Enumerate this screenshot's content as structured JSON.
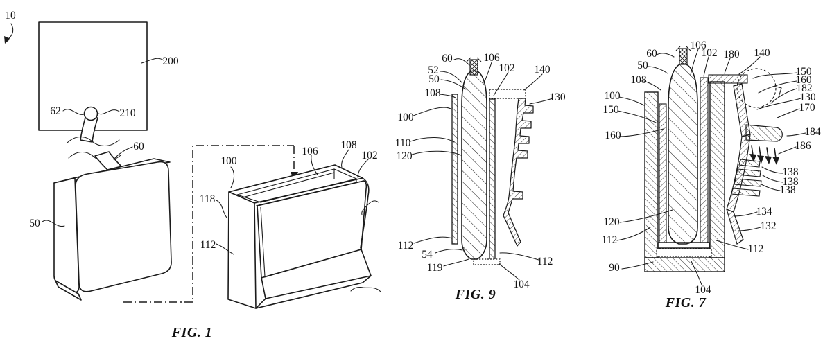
{
  "page": {
    "background": "#ffffff",
    "ink": "#1b1b1b",
    "kind": "patent-figure-sheet"
  },
  "fig1": {
    "caption": "FIG. 1",
    "labels": {
      "l10": "10",
      "l200": "200",
      "l62": "62",
      "l210": "210",
      "l60": "60",
      "l50": "50",
      "l100": "100",
      "l118": "118",
      "l112": "112",
      "l106": "106",
      "l108": "108",
      "l102": "102"
    }
  },
  "fig9": {
    "caption": "FIG. 9",
    "labels": {
      "l60": "60",
      "l52": "52",
      "l50": "50",
      "l108": "108",
      "l100": "100",
      "l110": "110",
      "l120": "120",
      "l106": "106",
      "l102": "102",
      "l140": "140",
      "l130": "130",
      "l112a": "112",
      "l54": "54",
      "l119": "119",
      "l112b": "112",
      "l104": "104"
    }
  },
  "fig7": {
    "caption": "FIG. 7",
    "labels": {
      "l60": "60",
      "l50": "50",
      "l108": "108",
      "l100": "100",
      "l150a": "150",
      "l160a": "160",
      "l106": "106",
      "l102": "102",
      "l180": "180",
      "l140": "140",
      "l150b": "150",
      "l160b": "160",
      "l182": "182",
      "l130": "130",
      "l170": "170",
      "l184": "184",
      "l186": "186",
      "l138a": "138",
      "l138b": "138",
      "l138c": "138",
      "l134": "134",
      "l132": "132",
      "l120": "120",
      "l112a": "112",
      "l90": "90",
      "l112b": "112",
      "l104": "104"
    }
  }
}
